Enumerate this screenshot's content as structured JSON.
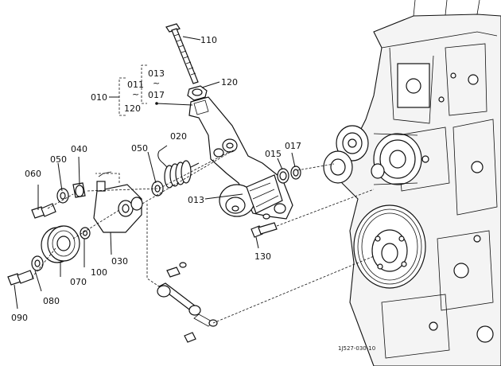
{
  "callouts": {
    "c110": "110",
    "c120a": "120",
    "c013a": "013",
    "tilde1": "~",
    "c017a": "017",
    "c010": "010",
    "c011": "011",
    "tilde2": "~",
    "c120b": "120",
    "c020": "020",
    "c050a": "050",
    "c050b": "050",
    "c040": "040",
    "c060": "060",
    "c015": "015",
    "c017b": "017",
    "c013b": "013",
    "c130": "130",
    "c030": "030",
    "c100": "100",
    "c070": "070",
    "c080": "080",
    "c090": "090"
  },
  "drawing_code": "1J527-030-10"
}
